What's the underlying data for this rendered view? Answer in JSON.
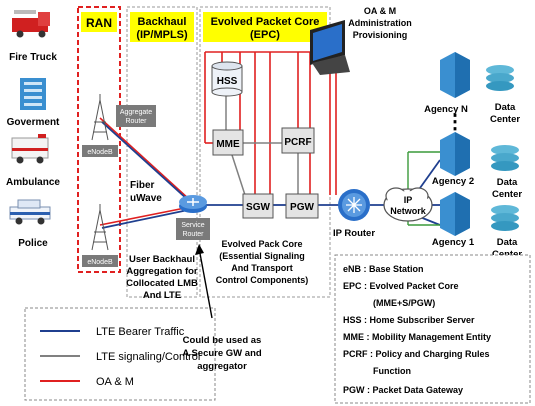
{
  "sections": {
    "ran": "RAN",
    "backhaul_line1": "Backhaul",
    "backhaul_line2": "(IP/MPLS)",
    "epc_line1": "Evolved Packet Core",
    "epc_line2": "(EPC)"
  },
  "users": [
    "Fire Truck",
    "Goverment",
    "Ambulance",
    "Police"
  ],
  "ran_nodes": {
    "enodeb_top": "eNodeB",
    "enodeb_bottom": "eNodeB"
  },
  "routers": {
    "aggregate_line1": "Aggregate",
    "aggregate_line2": "Router",
    "service_line1": "Service",
    "service_line2": "Router",
    "ip_router": "IP Router"
  },
  "links": {
    "fiber": "Fiber",
    "uwave": "uWave"
  },
  "backhaul_note": [
    "User Backhaul",
    "Aggregation for",
    "Collocated LMB",
    "And LTE"
  ],
  "epc_nodes": {
    "hss": "HSS",
    "mme": "MME",
    "pcrf": "PCRF",
    "sgw": "SGW",
    "pgw": "PGW"
  },
  "epc_note": [
    "Evolved Pack Core",
    "(Essential Signaling",
    "And Transport",
    "Control Components)"
  ],
  "oam": [
    "OA & M",
    "Administration",
    "Provisioning"
  ],
  "ip_network": [
    "IP",
    "Network"
  ],
  "agencies": [
    "Agency N",
    "Agency 2",
    "Agency 1"
  ],
  "data_centers": [
    [
      "Data",
      "Center"
    ],
    [
      "Data",
      "Center"
    ],
    [
      "Data",
      "Center"
    ]
  ],
  "ellipsis": "⋮",
  "legend": [
    "LTE Bearer Traffic",
    "LTE signaling/Control",
    "OA & M"
  ],
  "secure_gw_note": [
    "Could be used as",
    "A Secure GW and",
    "aggregator"
  ],
  "glossary": [
    "eNB : Base Station",
    "EPC : Evolved Packet Core",
    "(MME+S/PGW)",
    "HSS : Home Subscriber Server",
    "MME : Mobility Management Entity",
    "PCRF : Policy and Charging Rules",
    "Function",
    "PGW : Packet Data Gateway"
  ],
  "colors": {
    "bearer": "#1f3f8f",
    "signaling": "#808080",
    "oam": "#e02020",
    "section_label_bg": "#ffff00",
    "router_blue": "#2a6fc9",
    "dark_box": "#7a7a7a"
  }
}
